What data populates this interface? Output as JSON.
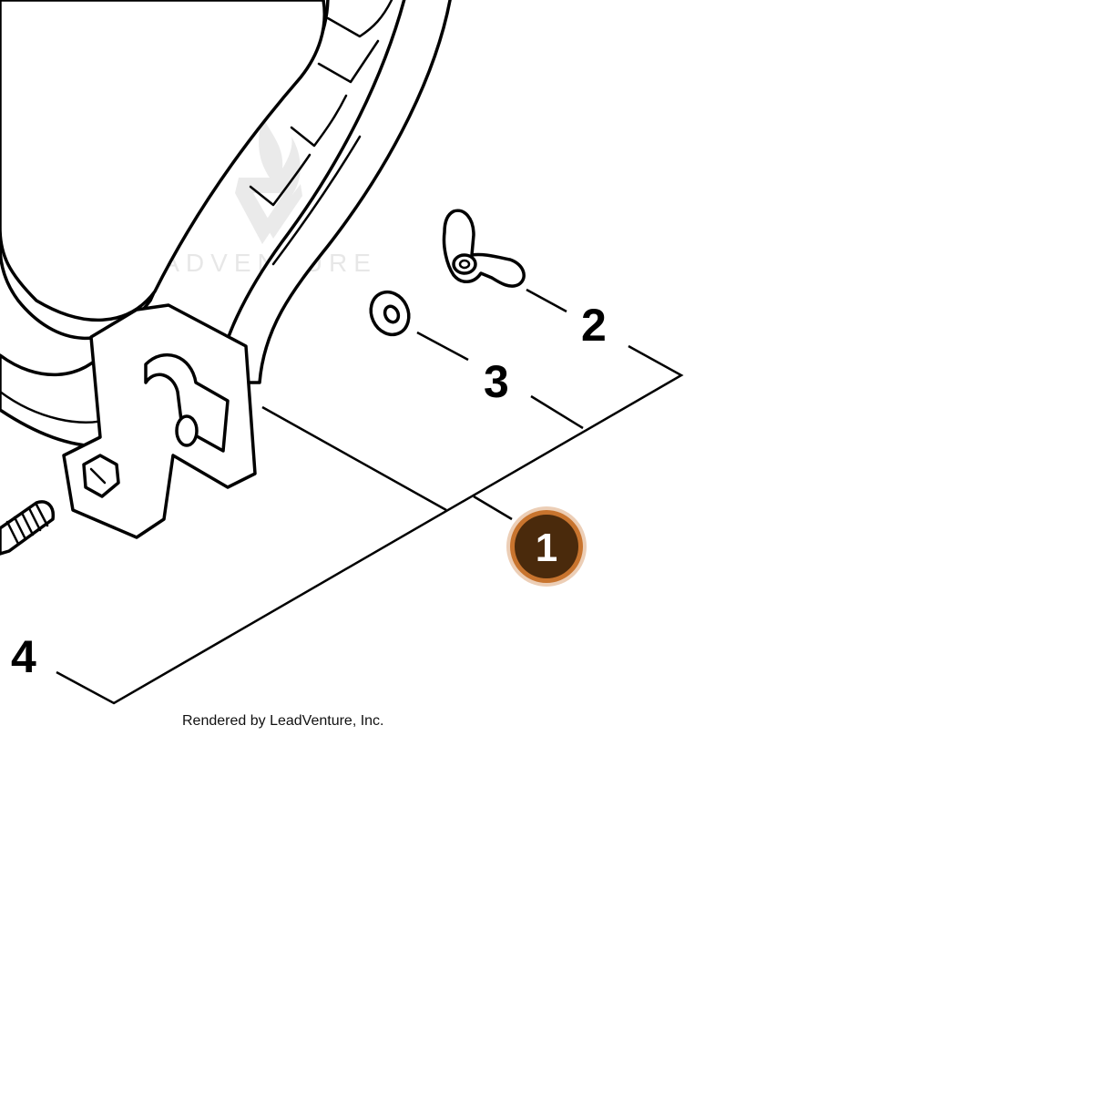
{
  "diagram": {
    "callouts": [
      {
        "id": "2",
        "label": "2"
      },
      {
        "id": "3",
        "label": "3"
      },
      {
        "id": "4",
        "label": "4"
      }
    ],
    "hotspot": {
      "label": "1",
      "fill": "#4a2a0c",
      "ring": "#c8742e"
    },
    "watermark": "LEADVENTURE",
    "credit": "Rendered by LeadVenture, Inc."
  }
}
